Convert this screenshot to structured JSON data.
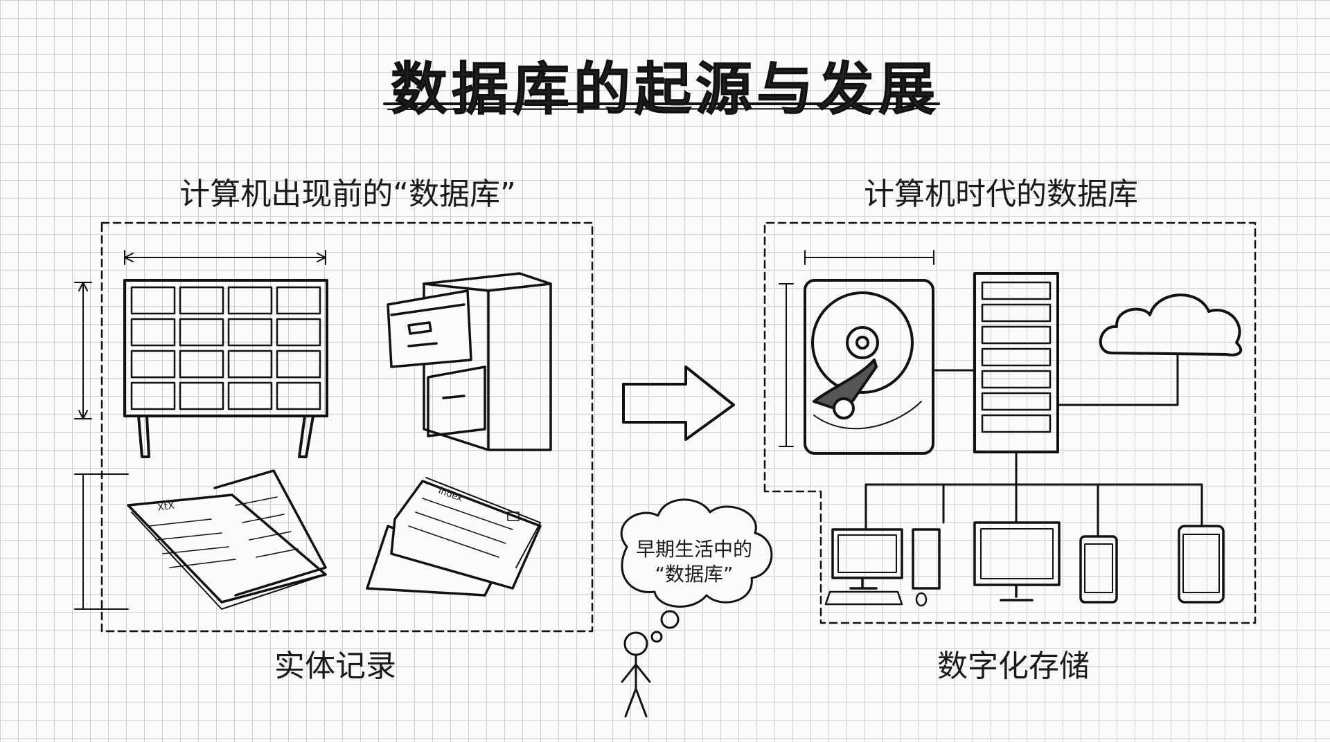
{
  "title": "数据库的起源与发展",
  "left_section": {
    "heading": "计算机出现前的“数据库”",
    "caption": "实体记录",
    "items": [
      "card-catalog-cabinet",
      "filing-cabinet",
      "ledger-book",
      "index-cards"
    ],
    "ledger_label": "XtX",
    "cards_label": "Index"
  },
  "right_section": {
    "heading": "计算机时代的数据库",
    "caption": "数字化存储",
    "items": [
      "hard-drive",
      "server-rack",
      "cloud",
      "desktop-computer",
      "monitor",
      "tablet",
      "smartphone"
    ]
  },
  "thought_bubble": {
    "line1": "早期生活中的",
    "line2": "“数据库”"
  }
}
